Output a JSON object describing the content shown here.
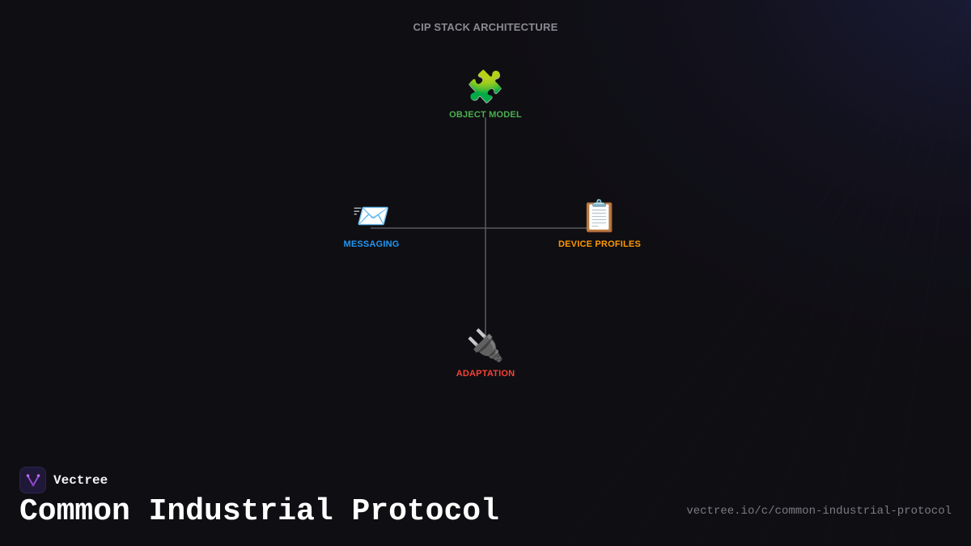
{
  "diagram": {
    "title": "CIP STACK ARCHITECTURE",
    "nodes": [
      {
        "id": "object-model",
        "icon": "puzzle-piece-icon",
        "glyph": "🧩",
        "label": "OBJECT MODEL",
        "color": "#4caf50"
      },
      {
        "id": "messaging",
        "icon": "incoming-envelope-icon",
        "glyph": "📨",
        "label": "MESSAGING",
        "color": "#2196f3"
      },
      {
        "id": "device-profiles",
        "icon": "clipboard-icon",
        "glyph": "📋",
        "label": "DEVICE PROFILES",
        "color": "#ff9800"
      },
      {
        "id": "adaptation",
        "icon": "electric-plug-icon",
        "glyph": "🔌",
        "label": "ADAPTATION",
        "color": "#f44336"
      }
    ],
    "edges": [
      {
        "from": "object-model",
        "to": "adaptation"
      },
      {
        "from": "messaging",
        "to": "device-profiles"
      }
    ],
    "line_color": "#5a5a60"
  },
  "footer": {
    "brand": "Vectree",
    "logo_icon": "vectree-logo-icon",
    "logo_color": "#9c4dd8",
    "title": "Common Industrial Protocol",
    "url": "vectree.io/c/common-industrial-protocol"
  }
}
